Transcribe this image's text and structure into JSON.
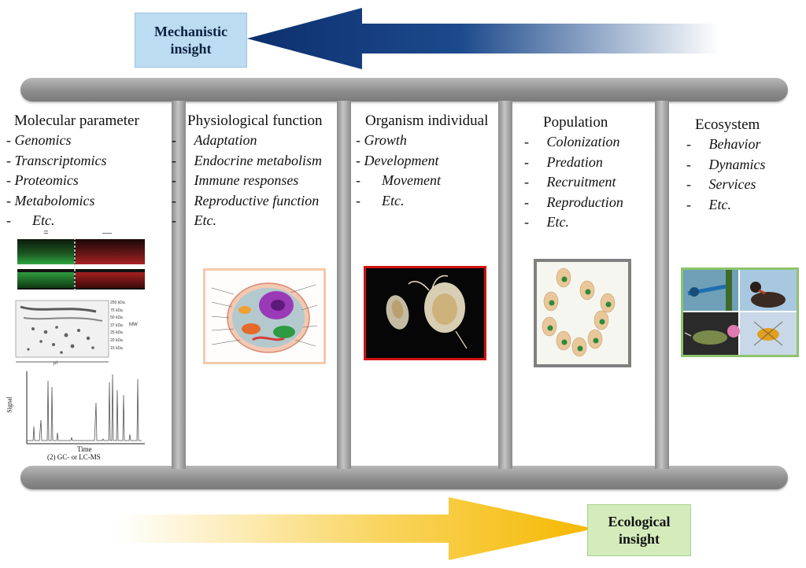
{
  "top_label": "Mechanistic\ninsight",
  "bottom_label": "Ecological\ninsight",
  "columns": [
    {
      "title": "Molecular parameter",
      "items": [
        {
          "prefix": "- ",
          "text": "Genomics"
        },
        {
          "prefix": "- ",
          "text": "Transcriptomics"
        },
        {
          "prefix": "- ",
          "text": "Proteomics"
        },
        {
          "prefix": "- ",
          "text": "Metabolomics"
        },
        {
          "prefix": "-      ",
          "text": "Etc."
        }
      ]
    },
    {
      "title": "Physiological function",
      "items": [
        {
          "prefix": "-     ",
          "text": "Adaptation"
        },
        {
          "prefix": "-     ",
          "text": "Endocrine metabolism"
        },
        {
          "prefix": "-     ",
          "text": "Immune responses"
        },
        {
          "prefix": "-     ",
          "text": "Reproductive function"
        },
        {
          "prefix": "-     ",
          "text": "Etc."
        }
      ]
    },
    {
      "title": "Organism individual",
      "items": [
        {
          "prefix": "- ",
          "text": "Growth"
        },
        {
          "prefix": "- ",
          "text": "Development"
        },
        {
          "prefix": "-      ",
          "text": "Movement"
        },
        {
          "prefix": "-      ",
          "text": "Etc."
        }
      ]
    },
    {
      "title": "Population",
      "items": [
        {
          "prefix": "-     ",
          "text": "Colonization"
        },
        {
          "prefix": "-     ",
          "text": "Predation"
        },
        {
          "prefix": "-     ",
          "text": "Recruitment"
        },
        {
          "prefix": "-     ",
          "text": "Reproduction"
        },
        {
          "prefix": "-     ",
          "text": "Etc."
        }
      ]
    },
    {
      "title": "Ecosystem",
      "items": [
        {
          "prefix": "-     ",
          "text": "Behavior"
        },
        {
          "prefix": "-     ",
          "text": "Dynamics"
        },
        {
          "prefix": "-     ",
          "text": "Services"
        },
        {
          "prefix": "-     ",
          "text": "Etc."
        }
      ]
    }
  ],
  "molecular_figure": {
    "gel_marker_left": "=",
    "gel_marker_right": "—",
    "blot_kda": [
      "250 kDa",
      "75 kDa",
      "50 kDa",
      "37 kDa",
      "25 kDa",
      "20 kDa",
      "15 kDa"
    ],
    "blot_mw": "MW",
    "blot_pi": "pI",
    "chrom_ylabel": "Signal",
    "chrom_xlabel": "Time",
    "chrom_caption": "(2) GC- or LC-MS"
  },
  "colors": {
    "top_arrow": "#0d2f6e",
    "bottom_arrow": "#f5b800",
    "top_label_bg": "#bcdcf2",
    "bottom_label_bg": "#d4ecbb",
    "cell_frame": "#f2c9ad",
    "daphnia_frame": "#d11212",
    "population_frame": "#808080",
    "ecosystem_frame": "#8cc46c"
  }
}
